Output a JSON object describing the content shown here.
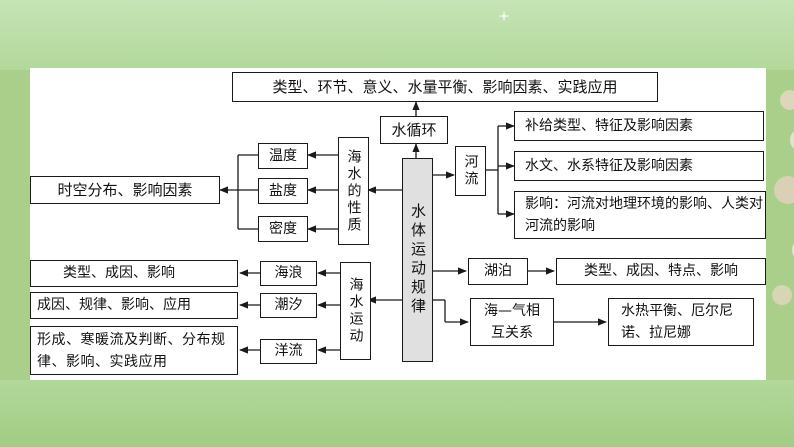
{
  "colors": {
    "background": "#a9cf8b",
    "panel": "#ffffff",
    "line": "#1a1a1a",
    "core_fill": "#e0e0e0"
  },
  "diagram": {
    "center": "水体运动规律",
    "top": "类型、环节、意义、水量平衡、影响因素、实践应用",
    "water_cycle": "水循环",
    "sea_properties": {
      "label": "海水的性质",
      "items": [
        "温度",
        "盐度",
        "密度"
      ],
      "result": "时空分布、影响因素"
    },
    "sea_motion": {
      "label": "海水运动",
      "items": [
        {
          "name": "海浪",
          "detail": "类型、成因、影响"
        },
        {
          "name": "潮汐",
          "detail": "成因、规律、影响、应用"
        },
        {
          "name": "洋流",
          "detail": "形成、寒暖流及判断、分布规律、影响、实践应用"
        }
      ]
    },
    "river": {
      "label": "河流",
      "items": [
        "补给类型、特征及影响因素",
        "水文、水系特征及影响因素",
        "影响：河流对地理环境的影响、人类对河流的影响"
      ]
    },
    "lake": {
      "label": "湖泊",
      "detail": "类型、成因、特点、影响"
    },
    "sea_air": {
      "label": "海—气相互关系",
      "detail": "水热平衡、厄尔尼诺、拉尼娜"
    }
  }
}
